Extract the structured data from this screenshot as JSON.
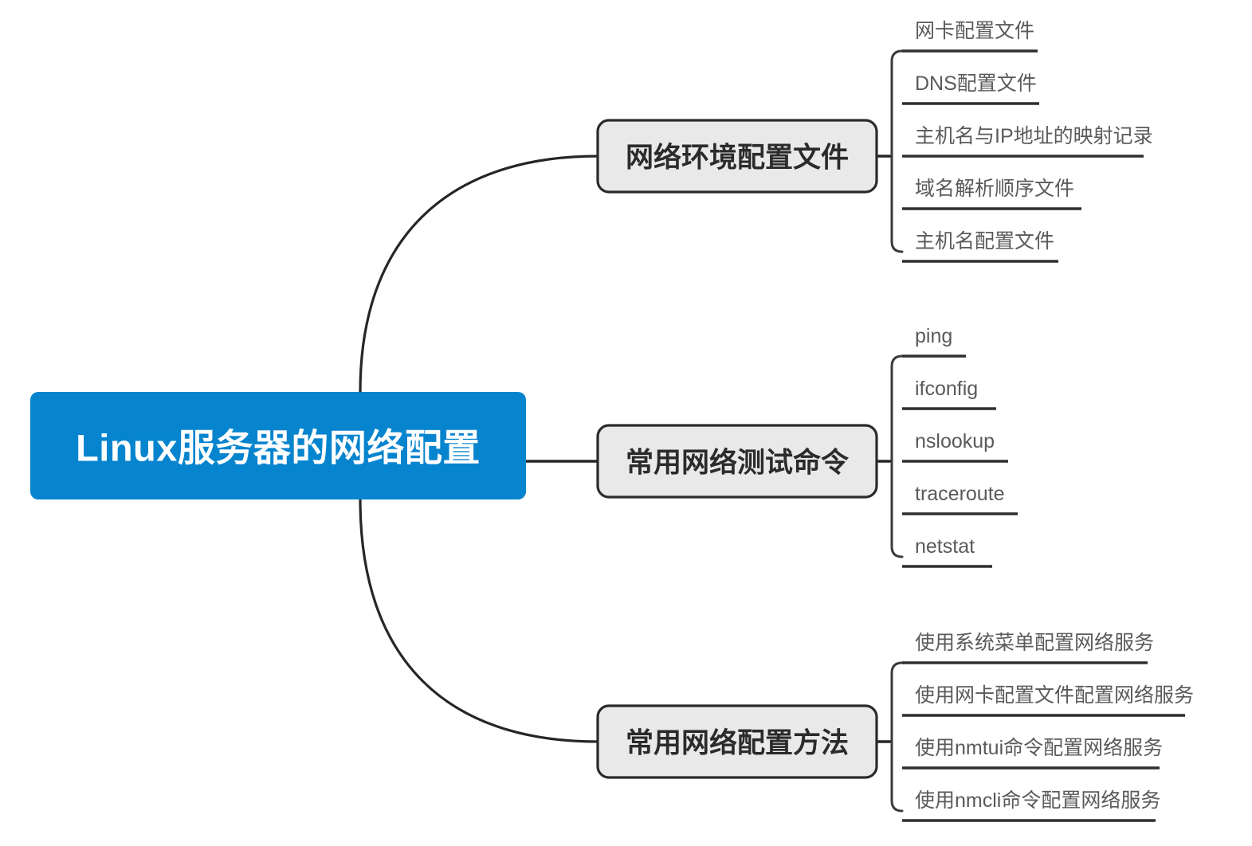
{
  "diagram": {
    "type": "mind-map",
    "title": "Linux服务器的网络配置",
    "orientation": "left-to-right",
    "colors": {
      "root_fill": "#0684ce",
      "root_text": "#ffffff",
      "branch_fill": "#e9e9e9",
      "branch_border": "#2b2b2b",
      "branch_text": "#2b2b2b",
      "leaf_text": "#5a5a5a",
      "connector": "#262626",
      "background": "#ffffff"
    }
  },
  "root": {
    "label": "Linux服务器的网络配置"
  },
  "branches": [
    {
      "label": "网络环境配置文件",
      "leaves": [
        {
          "label": "网卡配置文件"
        },
        {
          "label": "DNS配置文件"
        },
        {
          "label": "主机名与IP地址的映射记录"
        },
        {
          "label": "域名解析顺序文件"
        },
        {
          "label": "主机名配置文件"
        }
      ]
    },
    {
      "label": "常用网络测试命令",
      "leaves": [
        {
          "label": "ping"
        },
        {
          "label": "ifconfig"
        },
        {
          "label": "nslookup"
        },
        {
          "label": "traceroute"
        },
        {
          "label": "netstat"
        }
      ]
    },
    {
      "label": "常用网络配置方法",
      "leaves": [
        {
          "label": "使用系统菜单配置网络服务"
        },
        {
          "label": "使用网卡配置文件配置网络服务"
        },
        {
          "label": "使用nmtui命令配置网络服务"
        },
        {
          "label": "使用nmcli命令配置网络服务"
        }
      ]
    }
  ]
}
